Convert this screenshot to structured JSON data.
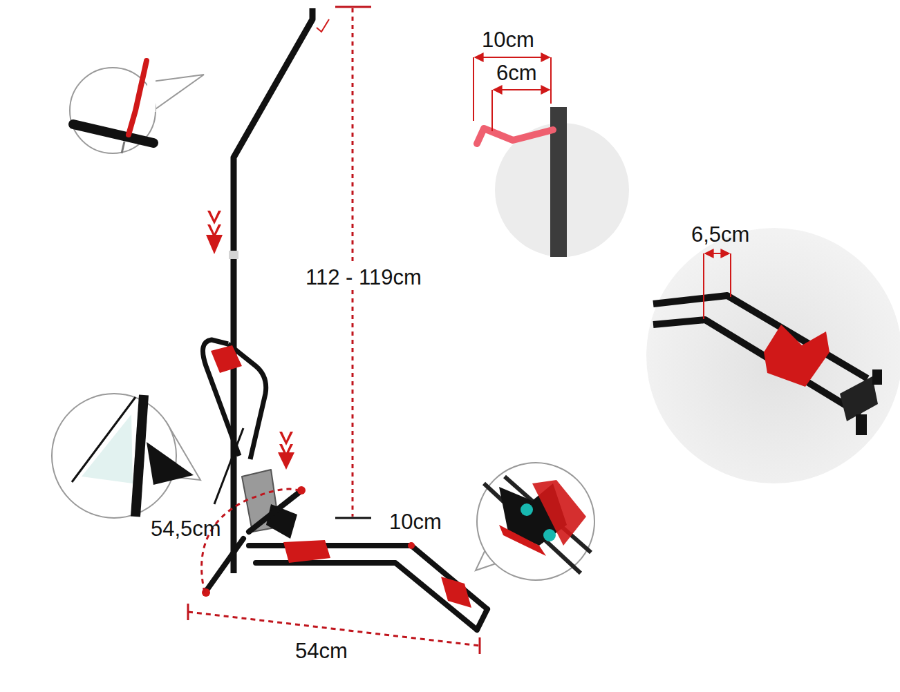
{
  "diagram": {
    "labels": [
      "10cm",
      "6cm",
      "6,5cm",
      "112 - 119cm",
      "54,5cm",
      "10cm",
      "54cm"
    ]
  }
}
